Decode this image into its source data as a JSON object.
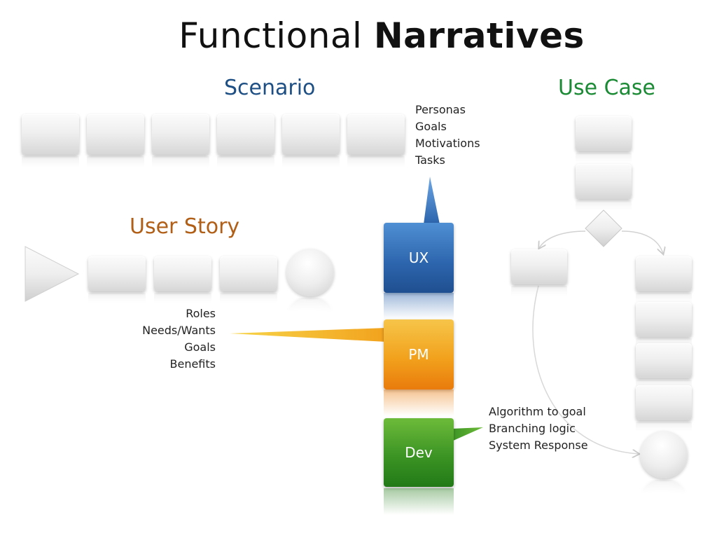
{
  "title": {
    "light": "Functional",
    "bold": "Narratives"
  },
  "headings": {
    "scenario": "Scenario",
    "use_case": "Use Case",
    "user_story": "User Story"
  },
  "roles": {
    "ux": "UX",
    "pm": "PM",
    "dev": "Dev"
  },
  "notes": {
    "ux": [
      "Personas",
      "Goals",
      "Motivations",
      "Tasks"
    ],
    "pm": [
      "Roles",
      "Needs/Wants",
      "Goals",
      "Benefits"
    ],
    "dev": [
      "Algorithm to goal",
      "Branching logic",
      "System Response"
    ]
  },
  "colors": {
    "scenario": "#1d4f84",
    "use_case": "#1a8a34",
    "user_story": "#b15f17",
    "ux": "#2c64ac",
    "pm": "#f2a21d",
    "dev": "#3c9424"
  }
}
